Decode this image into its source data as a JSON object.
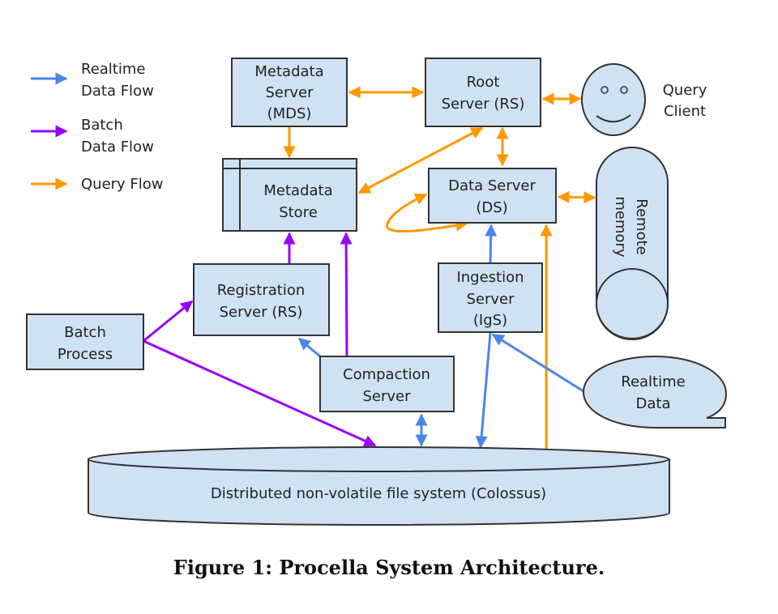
{
  "colors": {
    "node_fill": "#cfe2f3",
    "node_stroke": "#333333",
    "realtime": "#4a86e8",
    "batch": "#9900ff",
    "query": "#ff9900"
  },
  "legend": [
    {
      "flow": "realtime",
      "lines": [
        "Realtime",
        "Data Flow"
      ]
    },
    {
      "flow": "batch",
      "lines": [
        "Batch",
        "Data Flow"
      ]
    },
    {
      "flow": "query",
      "lines": [
        "Query Flow"
      ]
    }
  ],
  "nodes": {
    "metadata_server": {
      "lines": [
        "Metadata",
        "Server",
        "(MDS)"
      ]
    },
    "root_server": {
      "lines": [
        "Root",
        "Server (RS)"
      ]
    },
    "query_client": {
      "lines": [
        "Query",
        "Client"
      ]
    },
    "metadata_store": {
      "lines": [
        "Metadata",
        "Store"
      ]
    },
    "data_server": {
      "lines": [
        "Data Server",
        "(DS)"
      ]
    },
    "remote_memory": {
      "lines": [
        "Remote",
        "memory"
      ]
    },
    "registration_server": {
      "lines": [
        "Registration",
        "Server (RS)"
      ]
    },
    "batch_process": {
      "lines": [
        "Batch",
        "Process"
      ]
    },
    "ingestion_server": {
      "lines": [
        "Ingestion",
        "Server",
        "(IgS)"
      ]
    },
    "compaction_server": {
      "lines": [
        "Compaction",
        "Server"
      ]
    },
    "realtime_data": {
      "lines": [
        "Realtime",
        "Data"
      ]
    },
    "colossus": {
      "lines": [
        "Distributed non-volatile file system (Colossus)"
      ]
    }
  },
  "edges": [
    {
      "from": "metadata_server",
      "to": "root_server",
      "flow": "query",
      "direction": "both"
    },
    {
      "from": "root_server",
      "to": "query_client",
      "flow": "query",
      "direction": "both"
    },
    {
      "from": "metadata_server",
      "to": "metadata_store",
      "flow": "query",
      "direction": "forward"
    },
    {
      "from": "root_server",
      "to": "metadata_store",
      "flow": "query",
      "direction": "both"
    },
    {
      "from": "root_server",
      "to": "data_server",
      "flow": "query",
      "direction": "both"
    },
    {
      "from": "data_server",
      "to": "remote_memory",
      "flow": "query",
      "direction": "both"
    },
    {
      "from": "data_server",
      "to": "data_server",
      "flow": "query",
      "direction": "loop"
    },
    {
      "from": "colossus",
      "to": "data_server",
      "flow": "query",
      "direction": "forward"
    },
    {
      "from": "ingestion_server",
      "to": "data_server",
      "flow": "realtime",
      "direction": "forward"
    },
    {
      "from": "realtime_data",
      "to": "ingestion_server",
      "flow": "realtime",
      "direction": "forward"
    },
    {
      "from": "ingestion_server",
      "to": "colossus",
      "flow": "realtime",
      "direction": "forward"
    },
    {
      "from": "compaction_server",
      "to": "colossus",
      "flow": "realtime",
      "direction": "both"
    },
    {
      "from": "compaction_server",
      "to": "registration_server",
      "flow": "realtime",
      "direction": "forward"
    },
    {
      "from": "registration_server",
      "to": "metadata_store",
      "flow": "batch",
      "direction": "forward"
    },
    {
      "from": "compaction_server",
      "to": "metadata_store",
      "flow": "batch",
      "direction": "forward"
    },
    {
      "from": "batch_process",
      "to": "registration_server",
      "flow": "batch",
      "direction": "forward"
    },
    {
      "from": "batch_process",
      "to": "colossus",
      "flow": "batch",
      "direction": "forward"
    }
  ],
  "caption": "Figure 1: Procella System Architecture."
}
